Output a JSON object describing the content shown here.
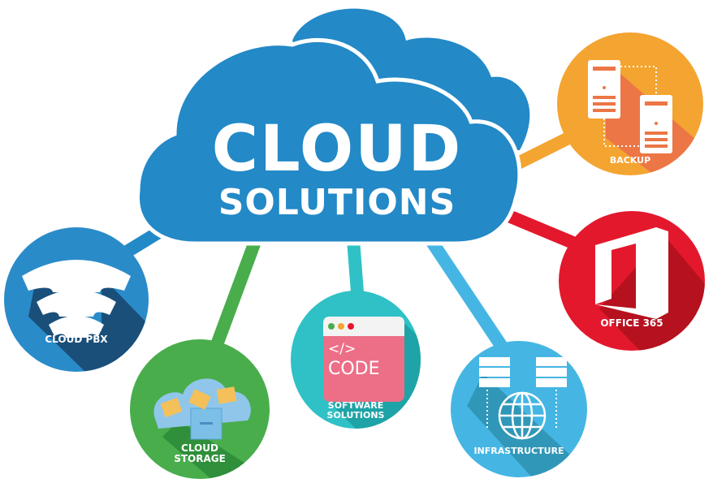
{
  "diagram": {
    "title_line1": "CLOUD",
    "title_line2": "SOLUTIONS",
    "hub_color": "#2389c7",
    "nodes": [
      {
        "id": "cloud-pbx",
        "label": "CLOUD PBX",
        "color": "#2a8bc9",
        "shadow": "#1a4f7a",
        "connector": "#2389c7",
        "icon": "phone-handsets-icon"
      },
      {
        "id": "cloud-storage",
        "label_line1": "CLOUD",
        "label_line2": "STORAGE",
        "color": "#49ad4c",
        "shadow": "#2f8f3a",
        "connector": "#49ad4c",
        "icon": "cloud-storage-drawer-icon"
      },
      {
        "id": "software-solutions",
        "label_line1": "SOFTWARE",
        "label_line2": "SOLUTIONS",
        "color": "#2fc1c6",
        "shadow": "#1ea3a6",
        "connector": "#2fc1c6",
        "icon": "code-window-icon",
        "code_tag": "</>",
        "code_text": "CODE"
      },
      {
        "id": "infrastructure",
        "label": "INFRASTRUCTURE",
        "color": "#45b6e3",
        "shadow": "#2a8aa5",
        "connector": "#45b6e3",
        "icon": "servers-globe-icon"
      },
      {
        "id": "office-365",
        "label": "OFFICE 365",
        "color": "#e3182d",
        "shadow": "#b5111f",
        "connector": "#e3182d",
        "icon": "office-logo-icon"
      },
      {
        "id": "backup",
        "label": "BACKUP",
        "color": "#f4a431",
        "shadow": "#ec7645",
        "connector": "#f4a431",
        "icon": "backup-servers-icon"
      }
    ]
  }
}
